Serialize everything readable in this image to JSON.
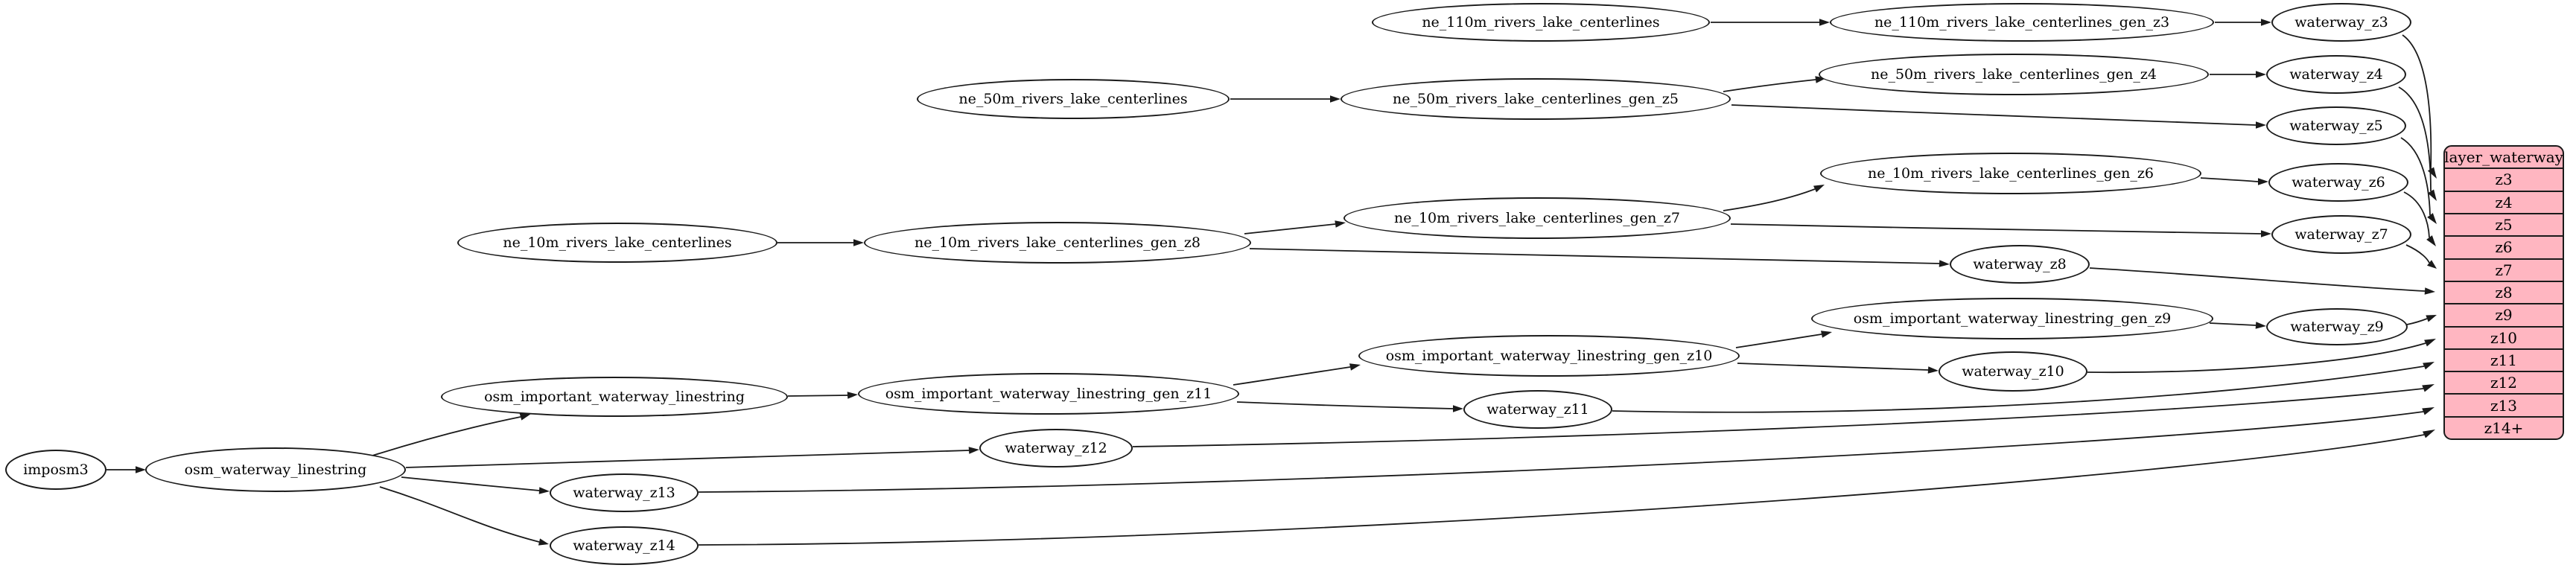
{
  "diagram": {
    "colors": {
      "background": "#ffffff",
      "node_fill": "#ffffff",
      "node_stroke": "#1a1a1a",
      "edge": "#1a1a1a",
      "record_fill": "#ffb6c1",
      "record_stroke": "#1a1a1a"
    },
    "nodes": [
      {
        "id": "imposm3",
        "label": "imposm3"
      },
      {
        "id": "osm_waterway_linestring",
        "label": "osm_waterway_linestring"
      },
      {
        "id": "ne_110m_rivers_lake_centerlines",
        "label": "ne_110m_rivers_lake_centerlines"
      },
      {
        "id": "ne_110m_rivers_lake_centerlines_gen_z3",
        "label": "ne_110m_rivers_lake_centerlines_gen_z3"
      },
      {
        "id": "waterway_z3",
        "label": "waterway_z3"
      },
      {
        "id": "ne_50m_rivers_lake_centerlines",
        "label": "ne_50m_rivers_lake_centerlines"
      },
      {
        "id": "ne_50m_rivers_lake_centerlines_gen_z5",
        "label": "ne_50m_rivers_lake_centerlines_gen_z5"
      },
      {
        "id": "ne_50m_rivers_lake_centerlines_gen_z4",
        "label": "ne_50m_rivers_lake_centerlines_gen_z4"
      },
      {
        "id": "waterway_z4",
        "label": "waterway_z4"
      },
      {
        "id": "waterway_z5",
        "label": "waterway_z5"
      },
      {
        "id": "ne_10m_rivers_lake_centerlines",
        "label": "ne_10m_rivers_lake_centerlines"
      },
      {
        "id": "ne_10m_rivers_lake_centerlines_gen_z8",
        "label": "ne_10m_rivers_lake_centerlines_gen_z8"
      },
      {
        "id": "ne_10m_rivers_lake_centerlines_gen_z7",
        "label": "ne_10m_rivers_lake_centerlines_gen_z7"
      },
      {
        "id": "ne_10m_rivers_lake_centerlines_gen_z6",
        "label": "ne_10m_rivers_lake_centerlines_gen_z6"
      },
      {
        "id": "waterway_z6",
        "label": "waterway_z6"
      },
      {
        "id": "waterway_z7",
        "label": "waterway_z7"
      },
      {
        "id": "waterway_z8",
        "label": "waterway_z8"
      },
      {
        "id": "osm_important_waterway_linestring",
        "label": "osm_important_waterway_linestring"
      },
      {
        "id": "osm_important_waterway_linestring_gen_z11",
        "label": "osm_important_waterway_linestring_gen_z11"
      },
      {
        "id": "osm_important_waterway_linestring_gen_z10",
        "label": "osm_important_waterway_linestring_gen_z10"
      },
      {
        "id": "osm_important_waterway_linestring_gen_z9",
        "label": "osm_important_waterway_linestring_gen_z9"
      },
      {
        "id": "waterway_z9",
        "label": "waterway_z9"
      },
      {
        "id": "waterway_z10",
        "label": "waterway_z10"
      },
      {
        "id": "waterway_z11",
        "label": "waterway_z11"
      },
      {
        "id": "waterway_z12",
        "label": "waterway_z12"
      },
      {
        "id": "waterway_z13",
        "label": "waterway_z13"
      },
      {
        "id": "waterway_z14",
        "label": "waterway_z14"
      }
    ],
    "record": {
      "title": "layer_waterway",
      "rows": [
        "z3",
        "z4",
        "z5",
        "z6",
        "z7",
        "z8",
        "z9",
        "z10",
        "z11",
        "z12",
        "z13",
        "z14+"
      ]
    },
    "edges": [
      {
        "from": "imposm3",
        "to": "osm_waterway_linestring"
      },
      {
        "from": "osm_waterway_linestring",
        "to": "osm_important_waterway_linestring"
      },
      {
        "from": "osm_waterway_linestring",
        "to": "waterway_z12"
      },
      {
        "from": "osm_waterway_linestring",
        "to": "waterway_z13"
      },
      {
        "from": "osm_waterway_linestring",
        "to": "waterway_z14"
      },
      {
        "from": "ne_110m_rivers_lake_centerlines",
        "to": "ne_110m_rivers_lake_centerlines_gen_z3"
      },
      {
        "from": "ne_110m_rivers_lake_centerlines_gen_z3",
        "to": "waterway_z3"
      },
      {
        "from": "waterway_z3",
        "to": "z3"
      },
      {
        "from": "ne_50m_rivers_lake_centerlines",
        "to": "ne_50m_rivers_lake_centerlines_gen_z5"
      },
      {
        "from": "ne_50m_rivers_lake_centerlines_gen_z5",
        "to": "ne_50m_rivers_lake_centerlines_gen_z4"
      },
      {
        "from": "ne_50m_rivers_lake_centerlines_gen_z4",
        "to": "waterway_z4"
      },
      {
        "from": "ne_50m_rivers_lake_centerlines_gen_z5",
        "to": "waterway_z5"
      },
      {
        "from": "waterway_z4",
        "to": "z4"
      },
      {
        "from": "waterway_z5",
        "to": "z5"
      },
      {
        "from": "ne_10m_rivers_lake_centerlines",
        "to": "ne_10m_rivers_lake_centerlines_gen_z8"
      },
      {
        "from": "ne_10m_rivers_lake_centerlines_gen_z8",
        "to": "ne_10m_rivers_lake_centerlines_gen_z7"
      },
      {
        "from": "ne_10m_rivers_lake_centerlines_gen_z8",
        "to": "waterway_z8"
      },
      {
        "from": "ne_10m_rivers_lake_centerlines_gen_z7",
        "to": "ne_10m_rivers_lake_centerlines_gen_z6"
      },
      {
        "from": "ne_10m_rivers_lake_centerlines_gen_z7",
        "to": "waterway_z7"
      },
      {
        "from": "ne_10m_rivers_lake_centerlines_gen_z6",
        "to": "waterway_z6"
      },
      {
        "from": "waterway_z6",
        "to": "z6"
      },
      {
        "from": "waterway_z7",
        "to": "z7"
      },
      {
        "from": "waterway_z8",
        "to": "z8"
      },
      {
        "from": "osm_important_waterway_linestring",
        "to": "osm_important_waterway_linestring_gen_z11"
      },
      {
        "from": "osm_important_waterway_linestring_gen_z11",
        "to": "osm_important_waterway_linestring_gen_z10"
      },
      {
        "from": "osm_important_waterway_linestring_gen_z11",
        "to": "waterway_z11"
      },
      {
        "from": "osm_important_waterway_linestring_gen_z10",
        "to": "osm_important_waterway_linestring_gen_z9"
      },
      {
        "from": "osm_important_waterway_linestring_gen_z10",
        "to": "waterway_z10"
      },
      {
        "from": "osm_important_waterway_linestring_gen_z9",
        "to": "waterway_z9"
      },
      {
        "from": "waterway_z9",
        "to": "z9"
      },
      {
        "from": "waterway_z10",
        "to": "z10"
      },
      {
        "from": "waterway_z11",
        "to": "z11"
      },
      {
        "from": "waterway_z12",
        "to": "z12"
      },
      {
        "from": "waterway_z13",
        "to": "z13"
      },
      {
        "from": "waterway_z14",
        "to": "z14+"
      }
    ]
  }
}
